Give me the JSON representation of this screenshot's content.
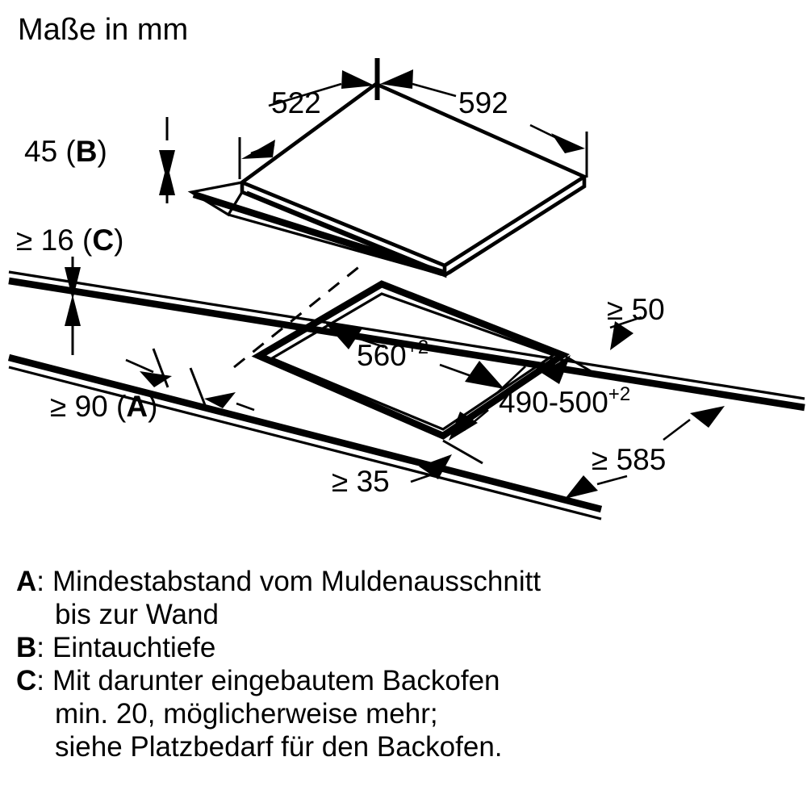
{
  "title": "Maße in mm",
  "dimensions": {
    "hob_depth": "522",
    "hob_width": "592",
    "immersion_depth": "45 (B)",
    "immersion_depth_value": "45",
    "immersion_depth_key": "B",
    "worktop_thickness": "≥ 16 (C)",
    "worktop_thickness_value": "≥ 16",
    "worktop_thickness_key": "C",
    "wall_distance": "≥ 90 (A)",
    "wall_distance_value": "≥ 90",
    "wall_distance_key": "A",
    "cutout_width": "560",
    "cutout_width_tolerance": "+2",
    "cutout_depth": "490-500",
    "cutout_depth_tolerance": "+2",
    "rear_distance": "≥ 50",
    "front_distance": "≥ 35",
    "cabinet_width": "≥ 585"
  },
  "legend": [
    {
      "key": "A",
      "colon": ":",
      "lines": [
        "Mindestabstand vom Muldenausschnitt",
        "bis zur Wand"
      ]
    },
    {
      "key": "B",
      "colon": ":",
      "lines": [
        "Eintauchtiefe"
      ]
    },
    {
      "key": "C",
      "colon": ":",
      "lines": [
        "Mit darunter eingebautem Backofen",
        "min. 20, möglicherweise mehr;",
        "siehe Platzbedarf für den Backofen."
      ]
    }
  ],
  "colors": {
    "ink": "#000000",
    "background": "#ffffff"
  }
}
